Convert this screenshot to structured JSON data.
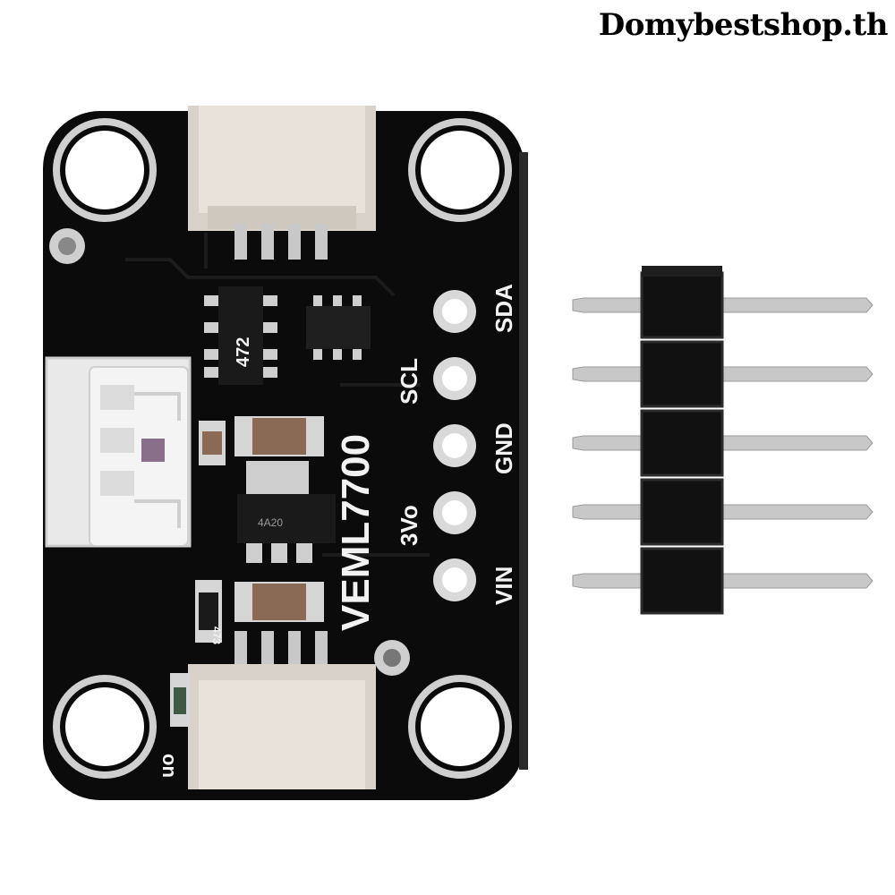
{
  "watermark": "Domybestshop.th",
  "colors": {
    "pcb": "#0b0b0b",
    "silkscreen": "#f2f2f2",
    "pad": "#d9d9d9",
    "connector": "#e3ddd6",
    "header_plastic": "#111111",
    "pin_metal": "#c8c8c8"
  },
  "board": {
    "chip_label": "VEML7700",
    "pins": [
      "SDA",
      "SCL",
      "GND",
      "3Vo",
      "VIN"
    ],
    "ic_marking_1": "472",
    "ic_marking_2": "4A20",
    "resistor_marking": "473",
    "led_label": "on"
  },
  "header": {
    "pin_count": 5
  }
}
